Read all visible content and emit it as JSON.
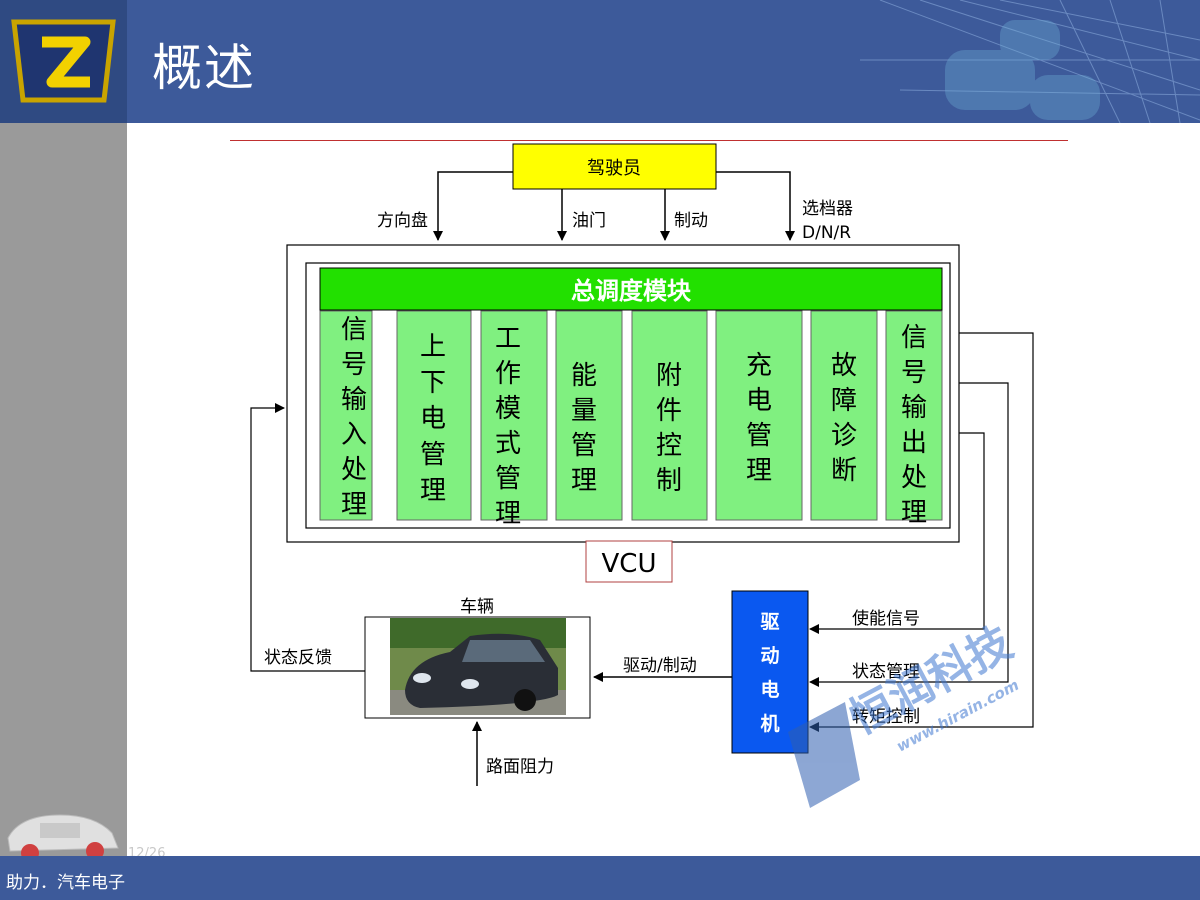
{
  "slide": {
    "title": "概述",
    "footer_text": "助力．汽车电子",
    "page_number": "12/26",
    "watermark_text": "恒润科技",
    "watermark_url": "www.hirain.com"
  },
  "diagram": {
    "driver": "驾驶员",
    "inputs": {
      "steering": "方向盘",
      "throttle": "油门",
      "brake": "制动",
      "gear_selector_line1": "选档器",
      "gear_selector_line2": "D/N/R"
    },
    "scheduler": "总调度模块",
    "modules": [
      {
        "chars": [
          "信",
          "号",
          "输",
          "入",
          "处",
          "理"
        ]
      },
      {
        "chars": [
          "上",
          "下",
          "电",
          "管",
          "理"
        ]
      },
      {
        "chars": [
          "工",
          "作",
          "模",
          "式",
          "管",
          "理"
        ]
      },
      {
        "chars": [
          "能",
          "量",
          "管",
          "理"
        ]
      },
      {
        "chars": [
          "附",
          "件",
          "控",
          "制"
        ]
      },
      {
        "chars": [
          "充",
          "电",
          "管",
          "理"
        ]
      },
      {
        "chars": [
          "故",
          "障",
          "诊",
          "断"
        ]
      },
      {
        "chars": [
          "信",
          "号",
          "输",
          "出",
          "处",
          "理"
        ]
      }
    ],
    "vcu_label": "VCU",
    "motor": [
      "驱",
      "动",
      "电",
      "机"
    ],
    "vehicle": "车辆",
    "motor_inputs": {
      "enable": "使能信号",
      "status": "状态管理",
      "torque": "转矩控制"
    },
    "drive_brake": "驱动/制动",
    "state_feedback": "状态反馈",
    "road_resistance": "路面阻力"
  }
}
